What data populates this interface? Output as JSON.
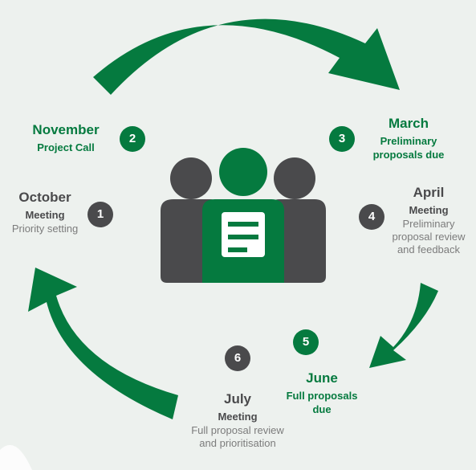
{
  "colors": {
    "green": "#057a3f",
    "dark": "#4a4a4c",
    "grey_text": "#7c7c7c",
    "background": "#edf1ee"
  },
  "icons": {
    "center": "team-group-icon",
    "cycle": "cycle-arrows"
  },
  "steps": [
    {
      "number": "1",
      "month": "October",
      "kind": "Meeting",
      "description": "Priority setting"
    },
    {
      "number": "2",
      "month": "November",
      "kind": "Project Call",
      "description": ""
    },
    {
      "number": "3",
      "month": "March",
      "kind": "Preliminary proposals due",
      "description": ""
    },
    {
      "number": "4",
      "month": "April",
      "kind": "Meeting",
      "description": "Preliminary proposal review and feedback"
    },
    {
      "number": "5",
      "month": "June",
      "kind": "Full proposals due",
      "description": ""
    },
    {
      "number": "6",
      "month": "July",
      "kind": "Meeting",
      "description": "Full proposal review and prioritisation"
    }
  ]
}
